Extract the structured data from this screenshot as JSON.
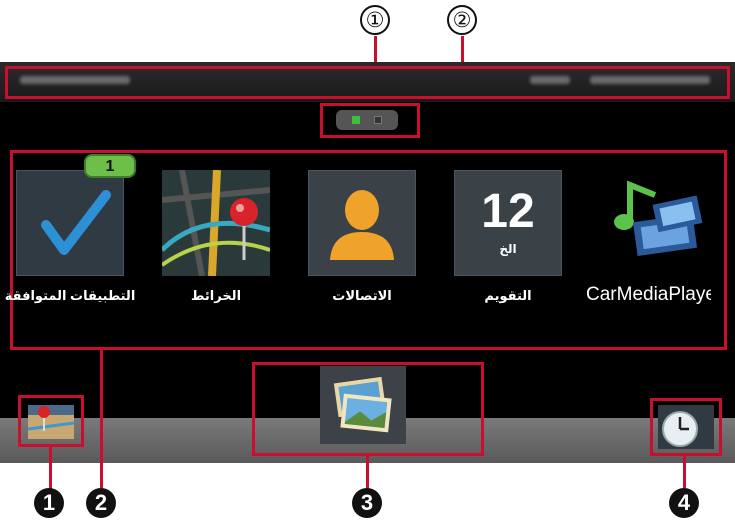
{
  "callouts": {
    "top": [
      "①",
      "②"
    ],
    "bottom": [
      "1",
      "2",
      "3",
      "4"
    ]
  },
  "status_bar": {},
  "page_indicator": {
    "pages": 2,
    "current": 1
  },
  "apps": [
    {
      "label": "التطبيقات المتوافقة",
      "badge": "1",
      "icon": "check-icon"
    },
    {
      "label": "الخرائط",
      "icon": "map-icon"
    },
    {
      "label": "الاتصالات",
      "icon": "contact-icon"
    },
    {
      "label": "التقويم",
      "icon": "calendar-icon",
      "date_number": "12",
      "date_day": "الخ"
    },
    {
      "label": "CarMediaPlaye",
      "icon": "music-note-icon"
    }
  ],
  "dock": {
    "left_icon": "navigation-shortcut-icon",
    "center_icon": "photo-gallery-icon",
    "right_icon": "clock-icon"
  },
  "colors": {
    "callout_red": "#c8102e",
    "screen_bg": "#000000",
    "accent_green": "#5cc24a"
  }
}
